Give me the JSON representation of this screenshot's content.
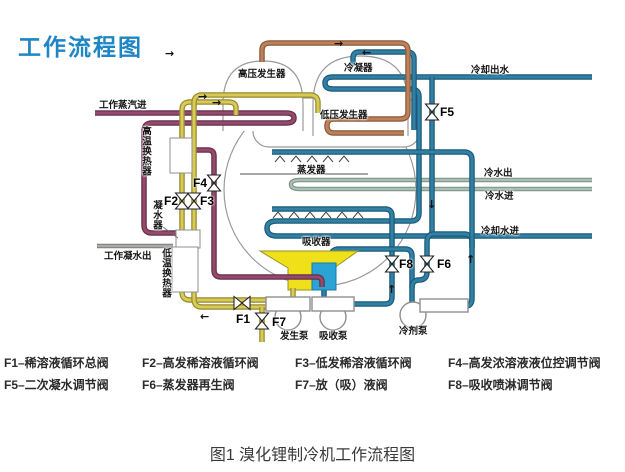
{
  "title": "工作流程图",
  "caption": "图1 溴化锂制冷机工作流程图",
  "equipment": {
    "hp_generator": "高压发生器",
    "condenser": "冷凝器",
    "lp_generator": "低压发生器",
    "evaporator": "蒸发器",
    "absorber": "吸收器",
    "ht_exchanger": "高温换热器",
    "lt_exchanger": "低温换热器",
    "condensate_receiver": "凝水器",
    "generator_pump": "发生泵",
    "absorber_pump": "吸收泵",
    "refrigerant_pump": "冷剂泵"
  },
  "streams": {
    "steam_in": "工作蒸汽进",
    "steam_condensate_out": "工作凝水出",
    "cooling_water_out": "冷却出水",
    "chilled_water_out": "冷水出",
    "chilled_water_in": "冷水进",
    "cooling_water_in": "冷却水进"
  },
  "valves": {
    "f1": "F1",
    "f2": "F2",
    "f3": "F3",
    "f4": "F4",
    "f5": "F5",
    "f6": "F6",
    "f7": "F7",
    "f8": "F8"
  },
  "legend": {
    "items": [
      "F1–稀溶液循环总阀",
      "F2–高发稀溶液循环阀",
      "F3–低发稀溶液循环阀",
      "F4–高发浓溶液液位控调节阀",
      "F5–二次凝水调节阀",
      "F6–蒸发器再生阀",
      "F7–放（吸）液阀",
      "F8–吸收喷淋调节阀"
    ]
  },
  "icons": {
    "arrow_right": "→",
    "arrow_left": "←",
    "arrow_up": "↑",
    "arrow_down": "↓"
  },
  "colors": {
    "title_blue": "#1f86c4",
    "pipe_steam_maroon": "#95496c",
    "pipe_solution_yellow": "#d8cb55",
    "pipe_vapor_brown": "#bd805a",
    "pipe_water_teal": "#3181a6",
    "pipe_chilled_sage": "#aabfb2",
    "pipe_condensate_gray": "#a9aca8",
    "funnel_yellow": "#efe01a",
    "funnel_blue": "#29a4d4"
  }
}
